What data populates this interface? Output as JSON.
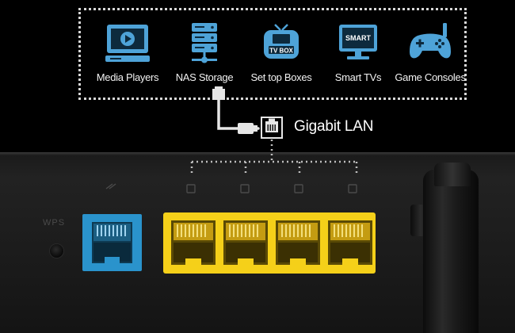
{
  "devices": [
    {
      "label": "Media Players",
      "icon": "media-player-icon"
    },
    {
      "label": "NAS Storage",
      "icon": "nas-storage-icon"
    },
    {
      "label": "Set top Boxes",
      "icon": "set-top-box-icon",
      "badge": "TV BOX"
    },
    {
      "label": "Smart TVs",
      "icon": "smart-tv-icon",
      "badge": "SMART"
    },
    {
      "label": "Game Consoles",
      "icon": "game-controller-icon"
    }
  ],
  "connection": {
    "label": "Gigabit LAN",
    "icon": "ethernet-port-icon"
  },
  "router": {
    "wps_label": "WPS",
    "wan_port_color": "#2a93cc",
    "lan_port_color": "#f5d019",
    "lan_port_count": 4
  },
  "colors": {
    "icon_blue": "#4ea3d8",
    "background": "#000000",
    "dotted_line": "#d8d8d8"
  }
}
